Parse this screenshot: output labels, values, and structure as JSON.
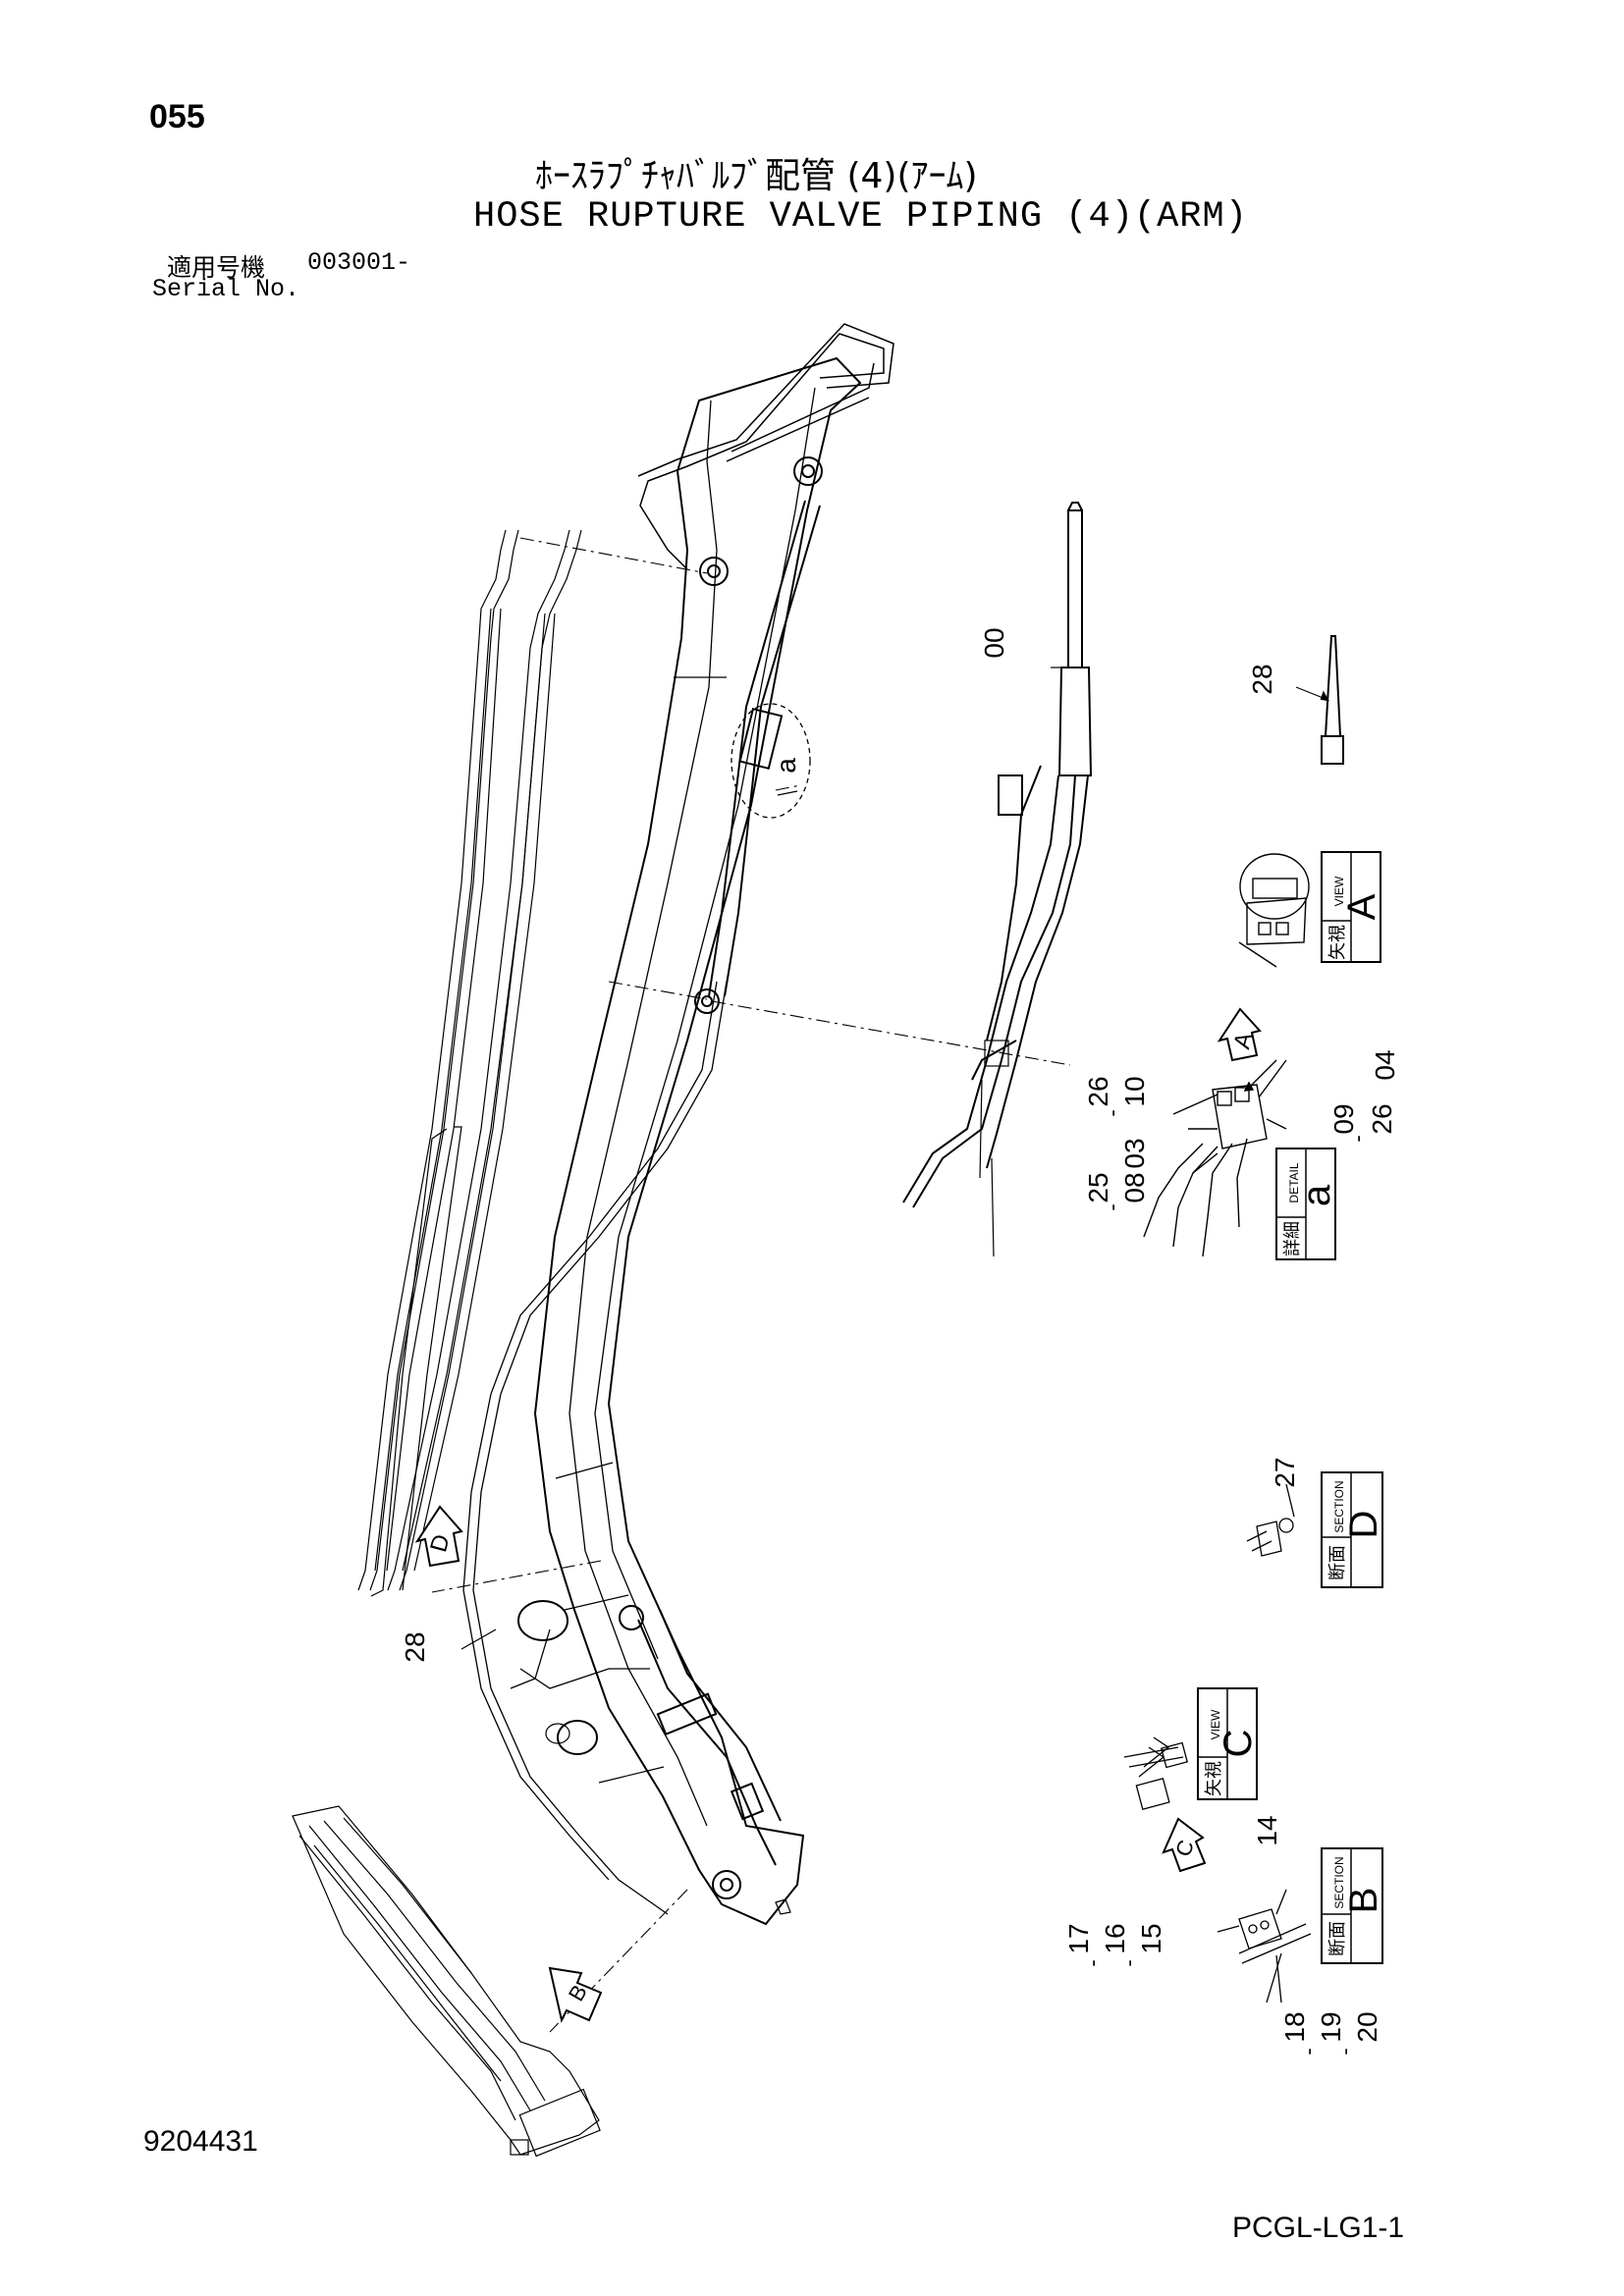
{
  "header": {
    "page_no": "055",
    "title_jp": "ﾎｰｽﾗﾌﾟﾁｬﾊﾞﾙﾌﾞ配管 (4)(ｱｰﾑ)",
    "title_en": "HOSE RUPTURE VALVE PIPING (4)(ARM)",
    "serial_label_jp": "適用号機",
    "serial_range": "003001-",
    "serial_label_en": "Serial No."
  },
  "callouts": {
    "c00": "00",
    "c28_top": "28",
    "c28_left": "28",
    "a_marker": "a",
    "c26_a": "26",
    "c10": "10",
    "c03": "03",
    "c25": "25",
    "c08": "08",
    "c04": "04",
    "c09": "09",
    "c26_b": "26",
    "c27": "27",
    "c14": "14",
    "c17": "17",
    "c16": "16",
    "c15": "15",
    "c18": "18",
    "c19": "19",
    "c20": "20",
    "dash": "-"
  },
  "view_boxes": {
    "view_a": {
      "jp": "矢視",
      "sub": "VIEW",
      "letter": "A"
    },
    "detail_a": {
      "jp": "詳細",
      "sub": "DETAIL",
      "letter": "a"
    },
    "section_d": {
      "jp": "断面",
      "sub": "SECTION",
      "letter": "D"
    },
    "view_c": {
      "jp": "矢視",
      "sub": "VIEW",
      "letter": "C"
    },
    "section_b": {
      "jp": "断面",
      "sub": "SECTION",
      "letter": "B"
    }
  },
  "arrows": {
    "a": "A",
    "b": "B",
    "c": "C",
    "d": "D"
  },
  "footer": {
    "drawing_no": "9204431",
    "doc_code": "PCGL-LG1-1"
  }
}
